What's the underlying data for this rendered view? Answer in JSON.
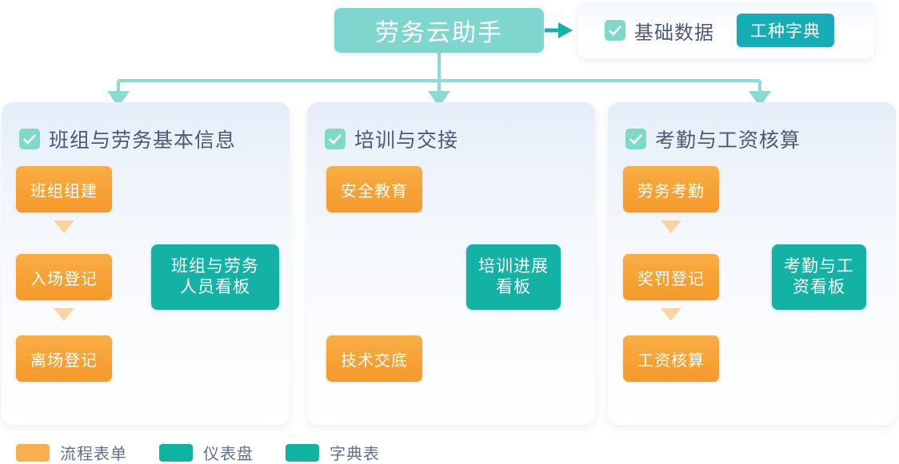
{
  "title": {
    "label": "劳务云助手"
  },
  "base_panel": {
    "checkbox_icon": "check-icon",
    "label": "基础数据",
    "button_label": "工种字典"
  },
  "cards": [
    {
      "checkbox_icon": "check-icon",
      "title": "班组与劳务基本信息",
      "steps": [
        "班组组建",
        "入场登记",
        "离场登记"
      ],
      "dashboard": "班组与劳务\n人员看板",
      "dashboard_line1": "班组与劳务",
      "dashboard_line2": "人员看板",
      "layout": "chain"
    },
    {
      "checkbox_icon": "check-icon",
      "title": "培训与交接",
      "steps": [
        "安全教育",
        "技术交底"
      ],
      "dashboard": "培训进展\n看板",
      "dashboard_line1": "培训进展",
      "dashboard_line2": "看板",
      "layout": "merge"
    },
    {
      "checkbox_icon": "check-icon",
      "title": "考勤与工资核算",
      "steps": [
        "劳务考勤",
        "奖罚登记",
        "工资核算"
      ],
      "dashboard": "考勤与工\n资看板",
      "dashboard_line1": "考勤与工",
      "dashboard_line2": "资看板",
      "layout": "chain"
    }
  ],
  "legend": [
    {
      "label": "流程表单",
      "color": "#FBB04F"
    },
    {
      "label": "仪表盘",
      "color": "#0FB3A2"
    },
    {
      "label": "字典表",
      "color": "#0FB3A2"
    }
  ],
  "colors": {
    "title_pill": "#7FD6CE",
    "step_orange": "#F6A033",
    "dashboard_teal": "#14B2A5",
    "dict_button_teal": "#17ADB7",
    "connector_teal": "#1DBBA8",
    "tree_teal": "#8ADBD2",
    "checkbox_mint": "#7FD9C8",
    "heading_text": "#4A5A73",
    "card_bg_top": "#E4EDF8",
    "card_bg_bottom": "#FFFFFF",
    "triangle_orange": "#FAD5A4"
  }
}
